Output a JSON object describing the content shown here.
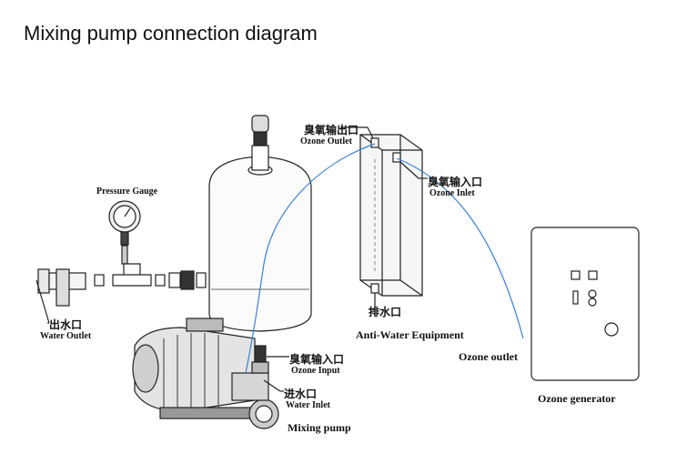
{
  "title": "Mixing pump connection diagram",
  "labels": {
    "ozone_outlet_cn": "臭氧输出口",
    "ozone_outlet_en": "Ozone Outlet",
    "ozone_inlet_cn": "臭氧输入口",
    "ozone_inlet_en": "Ozone Inlet",
    "pressure_gauge": "Pressure Gauge",
    "drain_cn": "排水口",
    "anti_water": "Anti-Water Equipment",
    "water_outlet_cn": "出水口",
    "water_outlet_en": "Water Outlet",
    "pump_ozone_input_cn": "臭氧输入口",
    "pump_ozone_input_en": "Ozone Input",
    "water_inlet_cn": "进水口",
    "water_inlet_en": "Water Inlet",
    "mixing_pump": "Mixing pump",
    "ozone_outlet": "Ozone outlet",
    "ozone_generator": "Ozone generator"
  }
}
